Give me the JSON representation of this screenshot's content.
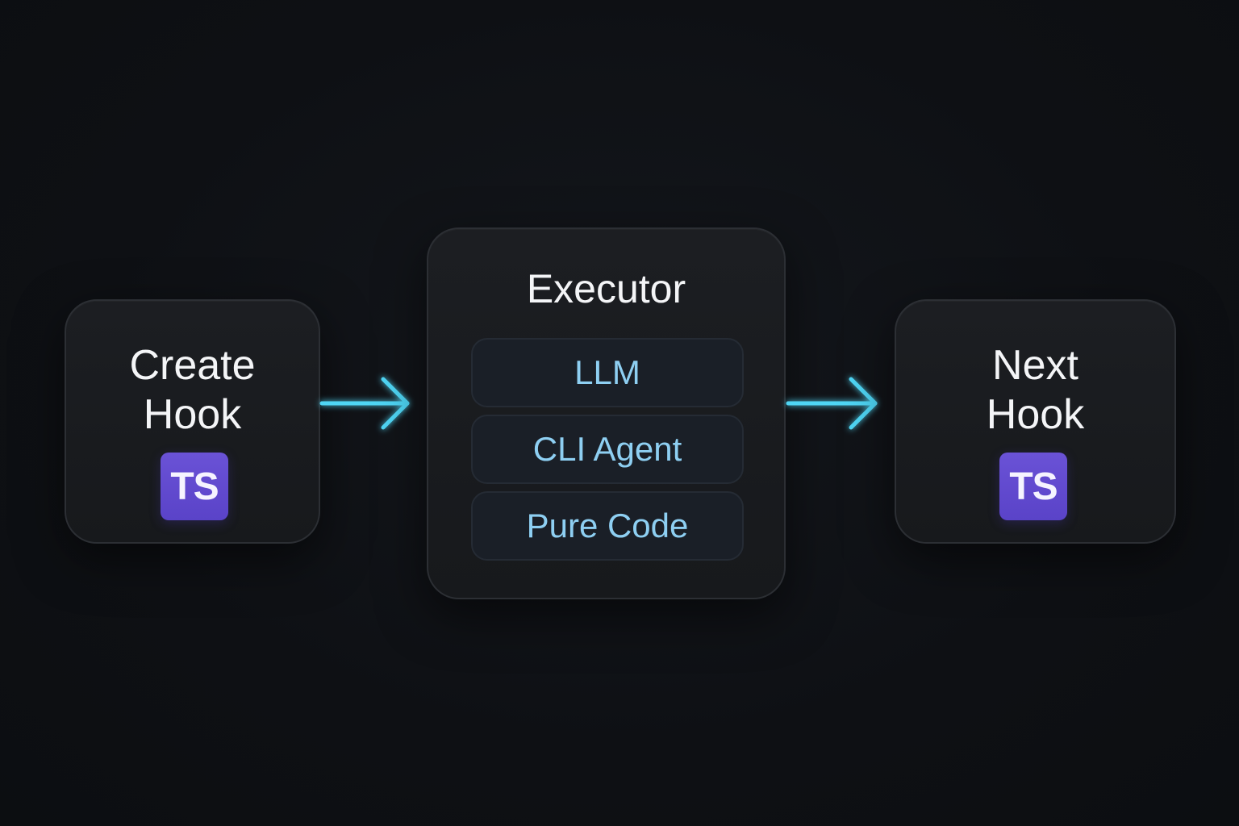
{
  "diagram": {
    "nodes": {
      "create_hook": {
        "title_line1": "Create",
        "title_line2": "Hook",
        "badge": "TS"
      },
      "executor": {
        "title": "Executor",
        "options": [
          "LLM",
          "CLI Agent",
          "Pure Code"
        ]
      },
      "next_hook": {
        "title_line1": "Next",
        "title_line2": "Hook",
        "badge": "TS"
      }
    },
    "edges": [
      {
        "from": "Create Hook",
        "to": "Executor"
      },
      {
        "from": "Executor",
        "to": "Next Hook"
      }
    ]
  },
  "colors": {
    "background": "#0e1014",
    "node_fill": "#1c1e22",
    "node_border": "#2c2f34",
    "text": "#f4f5f7",
    "option_text": "#8ecff2",
    "arrow": "#4fd6f5",
    "ts_badge": "#5f48cf"
  },
  "icons": {
    "language_badge": "typescript-badge-icon",
    "edge": "arrow-right-icon"
  }
}
